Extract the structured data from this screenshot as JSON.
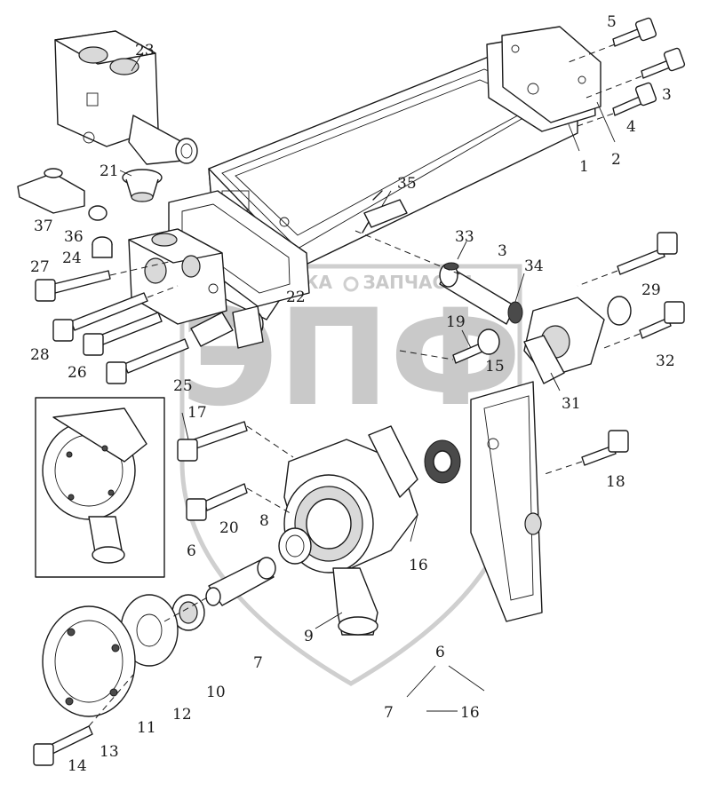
{
  "watermark": {
    "letters": "ЭПФ",
    "text_left": "ТЕХНИКА",
    "text_right": "ЗАПЧАСТИ"
  },
  "callouts": [
    {
      "id": "c23",
      "text": "23"
    },
    {
      "id": "c5",
      "text": "5"
    },
    {
      "id": "c3a",
      "text": "3"
    },
    {
      "id": "c4",
      "text": "4"
    },
    {
      "id": "c2",
      "text": "2"
    },
    {
      "id": "c1",
      "text": "1"
    },
    {
      "id": "c21",
      "text": "21"
    },
    {
      "id": "c35",
      "text": "35"
    },
    {
      "id": "c37",
      "text": "37"
    },
    {
      "id": "c36",
      "text": "36"
    },
    {
      "id": "c24",
      "text": "24"
    },
    {
      "id": "c27",
      "text": "27"
    },
    {
      "id": "c22",
      "text": "22"
    },
    {
      "id": "c33",
      "text": "33"
    },
    {
      "id": "c3b",
      "text": "3"
    },
    {
      "id": "c34",
      "text": "34"
    },
    {
      "id": "c29",
      "text": "29"
    },
    {
      "id": "c28",
      "text": "28"
    },
    {
      "id": "c26",
      "text": "26"
    },
    {
      "id": "c25",
      "text": "25"
    },
    {
      "id": "c19",
      "text": "19"
    },
    {
      "id": "c15",
      "text": "15"
    },
    {
      "id": "c32",
      "text": "32"
    },
    {
      "id": "c31",
      "text": "31"
    },
    {
      "id": "c17",
      "text": "17"
    },
    {
      "id": "c18",
      "text": "18"
    },
    {
      "id": "c20",
      "text": "20"
    },
    {
      "id": "c8",
      "text": "8"
    },
    {
      "id": "c6a",
      "text": "6"
    },
    {
      "id": "c16a",
      "text": "16"
    },
    {
      "id": "c9",
      "text": "9"
    },
    {
      "id": "c7a",
      "text": "7"
    },
    {
      "id": "c10",
      "text": "10"
    },
    {
      "id": "c12",
      "text": "12"
    },
    {
      "id": "c11",
      "text": "11"
    },
    {
      "id": "c13",
      "text": "13"
    },
    {
      "id": "c14",
      "text": "14"
    },
    {
      "id": "c6b",
      "text": "6"
    },
    {
      "id": "c7b",
      "text": "7"
    },
    {
      "id": "c16b",
      "text": "16"
    }
  ]
}
